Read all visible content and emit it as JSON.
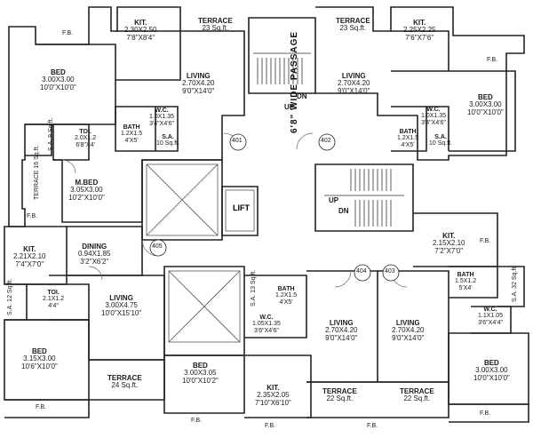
{
  "passage": "6'8\" WIDE PASSAGE",
  "flat_numbers": {
    "a": "401",
    "b": "402",
    "c": "404",
    "d": "403",
    "e": "405"
  },
  "stairs": {
    "up": "UP",
    "dn": "DN"
  },
  "lift": "LIFT",
  "fb": "F.B.",
  "rooms": {
    "kit_tl": {
      "name": "KIT.",
      "dim": "2.30X2.50",
      "ft": "7'8\"X8'4\""
    },
    "ter_tl": {
      "name": "TERRACE",
      "dim": "23 Sq.ft."
    },
    "bed_tl": {
      "name": "BED",
      "dim": "3.00X3.00",
      "ft": "10'0\"X10'0\""
    },
    "liv_tl": {
      "name": "LIVING",
      "dim": "2.70X4.20",
      "ft": "9'0\"X14'0\""
    },
    "toi_tl": {
      "name": "TOI.",
      "dim": "2.0X1.2",
      "ft": "6'8\"X4'"
    },
    "bath_tl": {
      "name": "BATH",
      "dim": "1.2X1.5",
      "ft": "4'X5'"
    },
    "wc_tl": {
      "name": "W.C.",
      "dim": "1.0X1.35",
      "ft": "3'4\"X4'6\""
    },
    "sa_tl": {
      "name": "S.A.",
      "dim": "10 Sq.ft."
    },
    "sa_tl2": {
      "name": "S.A.",
      "dim": "9 Sq.ft."
    },
    "ter_l": {
      "name": "TERRACE",
      "dim": "16 Sq.ft."
    },
    "mbed": {
      "name": "M.BED",
      "dim": "3.05X3.00",
      "ft": "10'2\"X10'0\""
    },
    "kit_ml": {
      "name": "KIT.",
      "dim": "2.21X2.10",
      "ft": "7'4\"X7'0\""
    },
    "dining": {
      "name": "DINING",
      "dim": "0.94X1.85",
      "ft": "3'2\"X6'2\""
    },
    "sa_ml": {
      "name": "S.A.",
      "dim": "12 Sq.ft."
    },
    "toi_ml": {
      "name": "TOI.",
      "dim": "2.1X1.2",
      "ft": "4'4\""
    },
    "liv_ml": {
      "name": "LIVING",
      "dim": "3.00X4.75",
      "ft": "10'0\"X15'10\""
    },
    "bed_bl": {
      "name": "BED",
      "dim": "3.15X3.00",
      "ft": "10'6\"X10'0\""
    },
    "ter_bl": {
      "name": "TERRACE",
      "dim": "24 Sq.ft."
    },
    "bed_bm": {
      "name": "BED",
      "dim": "3.00X3.05",
      "ft": "10'0\"X10'2\""
    },
    "sa_bm": {
      "name": "S.A.",
      "dim": "13 Sq.ft."
    },
    "bath_bm": {
      "name": "BATH",
      "dim": "1.2X1.5",
      "ft": "4'X5'"
    },
    "wc_bm": {
      "name": "W.C.",
      "dim": "1.05X1.35",
      "ft": "3'6\"X4'6\""
    },
    "kit_bm": {
      "name": "KIT.",
      "dim": "2.35X2.05",
      "ft": "7'10\"X6'10\""
    },
    "ter_bm1": {
      "name": "TERRACE",
      "dim": "22 Sq.ft."
    },
    "liv_bm1": {
      "name": "LIVING",
      "dim": "2.70X4.20",
      "ft": "9'0\"X14'0\""
    },
    "ter_bm2": {
      "name": "TERRACE",
      "dim": "22 Sq.ft."
    },
    "liv_bm2": {
      "name": "LIVING",
      "dim": "2.70X4.20",
      "ft": "9'0\"X14'0\""
    },
    "ter_tr": {
      "name": "TERRACE",
      "dim": "23 Sq.ft."
    },
    "kit_tr": {
      "name": "KIT.",
      "dim": "2.25X2.25",
      "ft": "7'6\"X7'6\""
    },
    "liv_tr": {
      "name": "LIVING",
      "dim": "2.70X4.20",
      "ft": "9'0\"X14'0\""
    },
    "bed_tr": {
      "name": "BED",
      "dim": "3.00X3.00",
      "ft": "10'0\"X10'0\""
    },
    "bath_tr": {
      "name": "BATH",
      "dim": "1.2X1.5",
      "ft": "4'X5'"
    },
    "wc_tr": {
      "name": "W.C.",
      "dim": "1.0X1.35",
      "ft": "3'4\"X4'6\""
    },
    "sa_tr": {
      "name": "S.A.",
      "dim": "10 Sq.ft."
    },
    "kit_mr": {
      "name": "KIT.",
      "dim": "2.15X2.10",
      "ft": "7'2\"X7'0\""
    },
    "bath_br": {
      "name": "BATH",
      "dim": "1.5X1.2",
      "ft": "5'X4'"
    },
    "sa_br": {
      "name": "S.A.",
      "dim": "32 Sq.ft."
    },
    "wc_br": {
      "name": "W.C.",
      "dim": "1.1X1.05",
      "ft": "3'6\"X4'4\""
    },
    "bed_br": {
      "name": "BED",
      "dim": "3.00X3.00",
      "ft": "10'0\"X10'0\""
    }
  }
}
